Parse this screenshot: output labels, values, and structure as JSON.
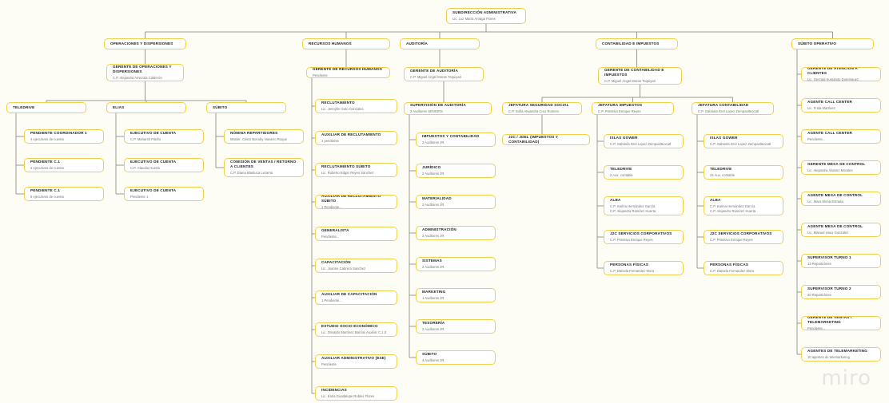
{
  "board": {
    "watermark": "miro",
    "background_color": "#fdfdf5",
    "node_border_color": "#f2cf4a",
    "node_fill_color": "#ffffff",
    "connector_color": "#9a9a92"
  },
  "root": {
    "title": "SUBDIRECCIÓN ADMINISTRATIVA",
    "subtitle": "Lic. Luz María Arriaga Flores"
  },
  "divisions": [
    {
      "id": "ops",
      "title": "OPERACIONES Y DISPERSIONES"
    },
    {
      "id": "rh",
      "title": "RECURSOS HUMANOS"
    },
    {
      "id": "aud",
      "title": "AUDITORÍA"
    },
    {
      "id": "cont",
      "title": "CONTABILIDAD E IMPUESTOS"
    },
    {
      "id": "sub",
      "title": "SÚBITO OPERATIVO"
    }
  ],
  "managers": [
    {
      "id": "ops_mgr",
      "title": "GERENTE DE OPERACIONES Y DISPERSIONES",
      "subtitle": "C.P. Alejandra Amezola Calderón"
    },
    {
      "id": "rh_mgr",
      "title": "GERENTE DE RECURSOS HUMANOS",
      "subtitle": "Pendiente"
    },
    {
      "id": "aud_mgr",
      "title": "GERENTE DE AUDITORÍA",
      "subtitle": "C.P. Miguel Ángel Moran Tequiyari"
    },
    {
      "id": "cont_mgr",
      "title": "GERENTE DE CONTABILIDAD E IMPUESTOS",
      "subtitle": "C.P. Miguel Ángel Moran Tequiyari"
    }
  ],
  "ops": {
    "groups": [
      {
        "title": "TELEDRIVE",
        "children": [
          {
            "title": "Pendiente Coordinador 1",
            "subtitle": "4 ejecutivos de cuenta"
          },
          {
            "title": "Pendiente C.1",
            "subtitle": "4 ejecutivos de cuenta"
          },
          {
            "title": "Pendiente C.1",
            "subtitle": "5 ejecutivos de cuenta"
          }
        ]
      },
      {
        "title": "ELIAS",
        "children": [
          {
            "title": "EJECUTIVO DE CUENTA",
            "subtitle": "C.P. Maharsh Patiño"
          },
          {
            "title": "EJECUTIVO DE CUENTA",
            "subtitle": "C.P. Claudia Huerta"
          },
          {
            "title": "EJECUTIVO DE CUENTA",
            "subtitle": "Pendiente 1"
          }
        ]
      },
      {
        "title": "SÚBITO",
        "children": [
          {
            "title": "NÓMINA REPARTIDORES",
            "subtitle": "Master. César Bonoby Navarro Roque"
          },
          {
            "title": "COMISIÓN DE VENTAS / RETORNO A CLIENTES",
            "subtitle": "C.P. Diana Blanluca Lezama"
          }
        ]
      }
    ]
  },
  "rh": {
    "children": [
      {
        "title": "RECLUTAMIENTO",
        "subtitle": "Lic. Jennyfer Soto Gonzales"
      },
      {
        "title": "AUXILIAR DE RECLUTAMIENTO",
        "subtitle": "1 pendiente"
      },
      {
        "title": "RECLUTAMIENTO SÚBITO",
        "subtitle": "Lic. Roberto Edgar Reyes Sanchez"
      },
      {
        "title": "AUXILIAR DE RECLUTAMIENTO SÚBITO",
        "subtitle": "1 Pendiente..."
      },
      {
        "title": "GENERALISTA",
        "subtitle": "Pendiente..."
      },
      {
        "title": "CAPACITACIÓN",
        "subtitle": "Lic. Joanne Cabrera Sanchez"
      },
      {
        "title": "AUXILIAR DE CAPACITACIÓN",
        "subtitle": "1 Pendiente..."
      },
      {
        "title": "ESTUDIO SOCIO ECONÓMICO",
        "subtitle": "Lic. Osvaldo Martínez Barrios Auxiliar C.1.0"
      },
      {
        "title": "AUXILIAR ADMINISTRATIVO (ESE)",
        "subtitle": "Pendiente"
      },
      {
        "title": "INCIDENCIAS",
        "subtitle": "Lic. Karla Guadalupe Robles Flores"
      }
    ]
  },
  "aud": {
    "supervision": {
      "title": "SUPERVISIÓN DE AUDITORÍA",
      "subtitle": "2 Auditores SENIORS"
    },
    "children": [
      {
        "title": "IMPUESTOS Y CONTABILIDAD",
        "subtitle": "2 Auditores JR."
      },
      {
        "title": "JURÍDICO",
        "subtitle": "2 Auditores JR."
      },
      {
        "title": "MATERIALIDAD",
        "subtitle": "2 Auditores JR."
      },
      {
        "title": "ADMINISTRACIÓN",
        "subtitle": "2 Auditores JR."
      },
      {
        "title": "SISTEMAS",
        "subtitle": "2 Auditores JR."
      },
      {
        "title": "MARKETING",
        "subtitle": "1 Auditores JR."
      },
      {
        "title": "TESORERÍA",
        "subtitle": "2 Auditores JR."
      },
      {
        "title": "SÚBITO",
        "subtitle": "4 Auditores JR."
      }
    ]
  },
  "cont": {
    "jefaturas": [
      {
        "id": "seg_social",
        "title": "JEFATURA SEGURIDAD SOCIAL",
        "subtitle": "C.P. Sofía Alejandra Cruz Romero",
        "children": [
          {
            "title": "J2C / JDEL (IMPUESTOS Y CONTABILIDAD)",
            "subtitle": ""
          }
        ]
      },
      {
        "id": "impuestos",
        "title": "JEFATURA IMPUESTOS",
        "subtitle": "C.P. Primitivo Enrique Reyes",
        "children": [
          {
            "title": "ISLAS GOWER",
            "subtitle": "C.P. Gabriela Itzel Lopez Zempoalteocatl"
          },
          {
            "title": "TELEDRIVE",
            "subtitle": "2 Aux. contable"
          },
          {
            "title": "ALBA",
            "subtitle": "C.P. Karina Hernández García|C.P. Alejandra Ramírez Huerta"
          },
          {
            "title": "J2C SERVICIOS CORPORATIVOS",
            "subtitle": "C.P. Primitivo Enrique Reyes"
          },
          {
            "title": "PERSONAS FÍSICAS",
            "subtitle": "C.P. Daniela Fernandez Mora"
          }
        ]
      },
      {
        "id": "contabilidad",
        "title": "JEFATURA CONTABILIDAD",
        "subtitle": "C.P. Gabriela Itzel Lopez Zempoalteocatl",
        "children": [
          {
            "title": "ISLAS GOWER",
            "subtitle": "C.P. Gabriela Itzel Lopez Zempoalteocatl"
          },
          {
            "title": "TELEDRIVE",
            "subtitle": "24 Aux. contable"
          },
          {
            "title": "ALBA",
            "subtitle": "C.P. Karina Hernández García|C.P. Alejandro Ramírez Huerta"
          },
          {
            "title": "J2C SERVICIOS CORPORATIVOS",
            "subtitle": "C.P. Primitivo Enrique Reyes"
          },
          {
            "title": "PERSONAS FÍSICAS",
            "subtitle": "C.P. Daniela Fernandez Mora"
          }
        ]
      }
    ]
  },
  "sub": {
    "children": [
      {
        "title": "GERENTE DE ATENCIÓN A CLIENTES",
        "subtitle": "Lic. Gerzaid Kumamto Domínguez"
      },
      {
        "title": "AGENTE CALL CENTER",
        "subtitle": "Lic. Frida Martínez"
      },
      {
        "title": "AGENTE CALL CENTER",
        "subtitle": "Pendiente..."
      },
      {
        "title": "GERENTE MESA DE CONTROL",
        "subtitle": "Lic. Alejandra Álvarez Morales"
      },
      {
        "title": "AGENTE MESA DE CONTROL",
        "subtitle": "Lic. Mara Elena Estrada"
      },
      {
        "title": "AGENTE MESA DE CONTROL",
        "subtitle": "Lic. Manuel Haux Gonzalez"
      },
      {
        "title": "SUPERVISOR TURNO 1",
        "subtitle": "13 Repartidores"
      },
      {
        "title": "SUPERVISOR TURNO 2",
        "subtitle": "20 Repartidores"
      },
      {
        "title": "GERENTE DE VENTAS / TELEMARKETING",
        "subtitle": "Pendiente..."
      },
      {
        "title": "AGENTES DE TELEMARKETING",
        "subtitle": "10 agentes de telemarketing"
      }
    ]
  }
}
